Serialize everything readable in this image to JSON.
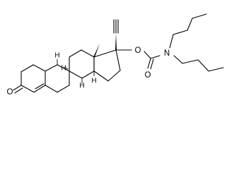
{
  "molecule": {
    "atoms": {
      "oxygen_ketone": "O",
      "oxygen_ester": "O",
      "oxygen_carbonyl": "O",
      "nitrogen": "N",
      "h8": "H",
      "h9": "H",
      "h10": "H",
      "h14": "H"
    }
  }
}
